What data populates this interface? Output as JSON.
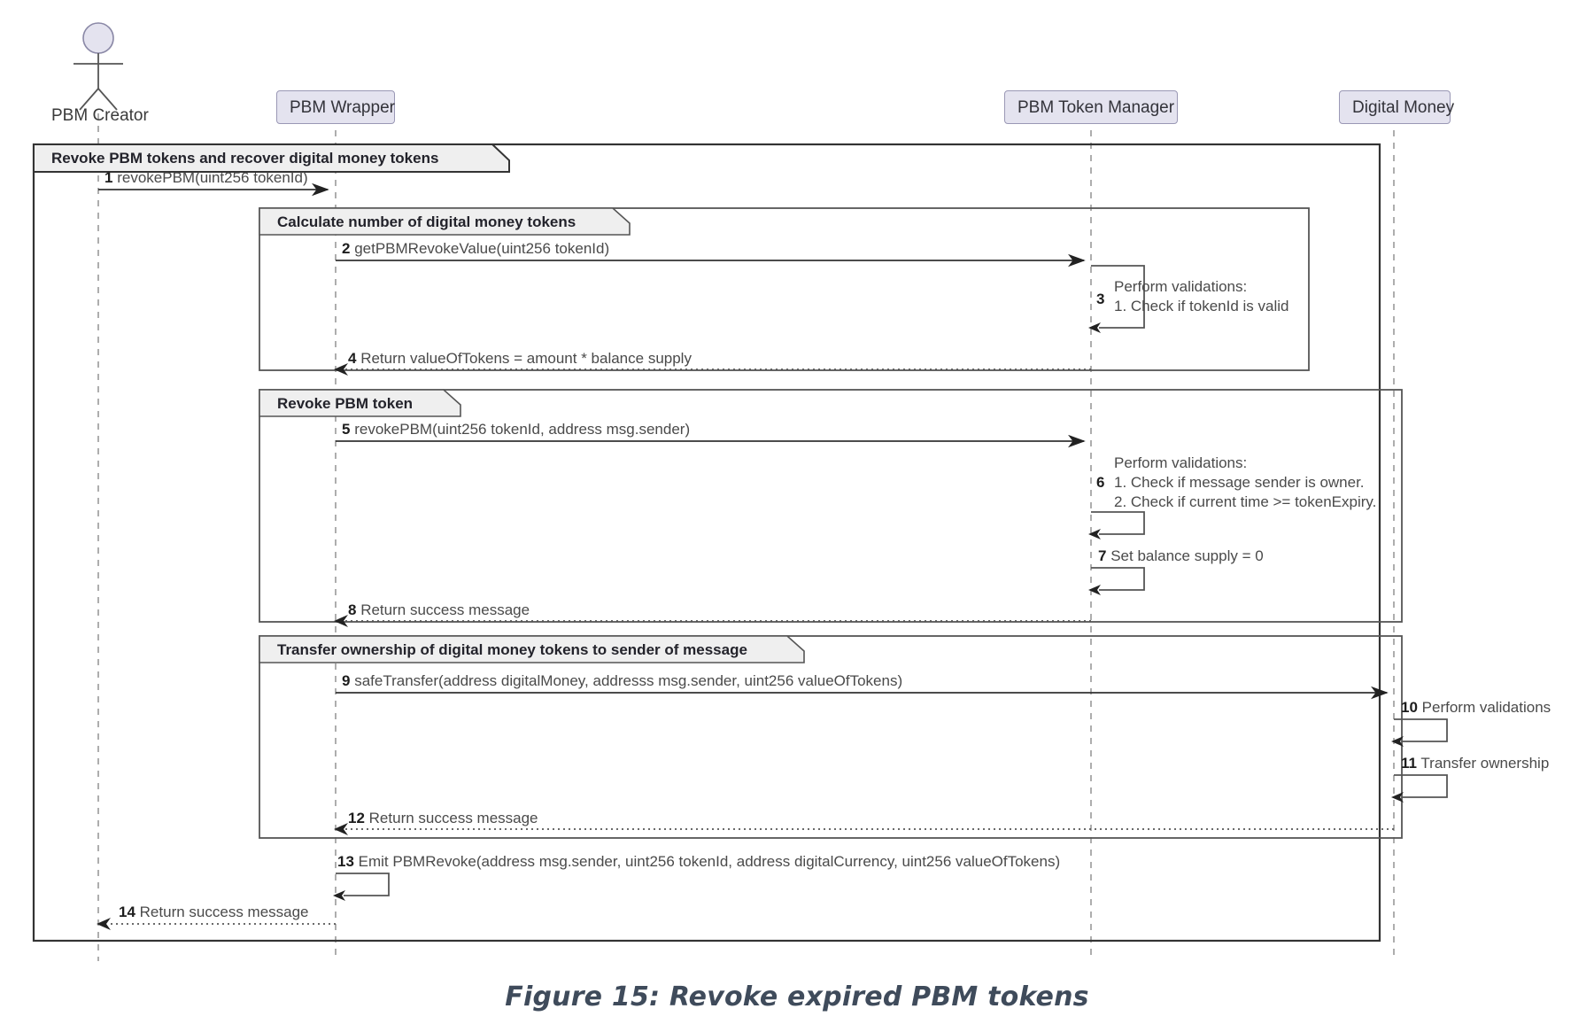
{
  "figure": {
    "caption": "Figure 15: Revoke expired PBM tokens"
  },
  "participants": [
    {
      "name": "PBM Creator",
      "type": "actor"
    },
    {
      "name": "PBM Wrapper",
      "type": "box"
    },
    {
      "name": "PBM Token Manager",
      "type": "box"
    },
    {
      "name": "Digital Money",
      "type": "box"
    }
  ],
  "fragments": [
    {
      "label": "Revoke PBM tokens and recover digital money tokens"
    },
    {
      "label": "Calculate number of digital money tokens"
    },
    {
      "label": "Revoke PBM token"
    },
    {
      "label": "Transfer ownership of digital money tokens to sender of message"
    }
  ],
  "messages": [
    {
      "num": "1",
      "text": "revokePBM(uint256 tokenId)",
      "kind": "call",
      "from": "PBM Creator",
      "to": "PBM Wrapper"
    },
    {
      "num": "2",
      "text": "getPBMRevokeValue(uint256 tokenId)",
      "kind": "call",
      "from": "PBM Wrapper",
      "to": "PBM Token Manager"
    },
    {
      "num": "3",
      "text": "Perform validations:",
      "text2": "1. Check if tokenId is valid",
      "kind": "self",
      "from": "PBM Token Manager",
      "to": "PBM Token Manager"
    },
    {
      "num": "4",
      "text": "Return valueOfTokens = amount * balance supply",
      "kind": "return",
      "from": "PBM Token Manager",
      "to": "PBM Wrapper"
    },
    {
      "num": "5",
      "text": "revokePBM(uint256 tokenId, address msg.sender)",
      "kind": "call",
      "from": "PBM Wrapper",
      "to": "PBM Token Manager"
    },
    {
      "num": "6",
      "text": "Perform validations:",
      "text2": "1. Check if message sender is owner.",
      "text3": "2. Check if current time >= tokenExpiry.",
      "kind": "self",
      "from": "PBM Token Manager",
      "to": "PBM Token Manager"
    },
    {
      "num": "7",
      "text": "Set balance supply = 0",
      "kind": "self",
      "from": "PBM Token Manager",
      "to": "PBM Token Manager"
    },
    {
      "num": "8",
      "text": "Return success message",
      "kind": "return",
      "from": "PBM Token Manager",
      "to": "PBM Wrapper"
    },
    {
      "num": "9",
      "text": "safeTransfer(address digitalMoney, addresss msg.sender, uint256 valueOfTokens)",
      "kind": "call",
      "from": "PBM Wrapper",
      "to": "Digital Money"
    },
    {
      "num": "10",
      "text": "Perform validations",
      "kind": "self",
      "from": "Digital Money",
      "to": "Digital Money"
    },
    {
      "num": "11",
      "text": "Transfer ownership",
      "kind": "self",
      "from": "Digital Money",
      "to": "Digital Money"
    },
    {
      "num": "12",
      "text": "Return success message",
      "kind": "return",
      "from": "Digital Money",
      "to": "PBM Wrapper"
    },
    {
      "num": "13",
      "text": "Emit PBMRevoke(address msg.sender, uint256 tokenId, address digitalCurrency, uint256 valueOfTokens)",
      "kind": "self",
      "from": "PBM Wrapper",
      "to": "PBM Wrapper"
    },
    {
      "num": "14",
      "text": "Return success message",
      "kind": "return",
      "from": "PBM Wrapper",
      "to": "PBM Creator"
    }
  ],
  "colors": {
    "participant_fill": "#e4e3ef",
    "participant_border": "#9a98b5",
    "line": "#555555",
    "fragment_border": "#333333",
    "caption": "#3f4b5b",
    "background": "#ffffff"
  }
}
